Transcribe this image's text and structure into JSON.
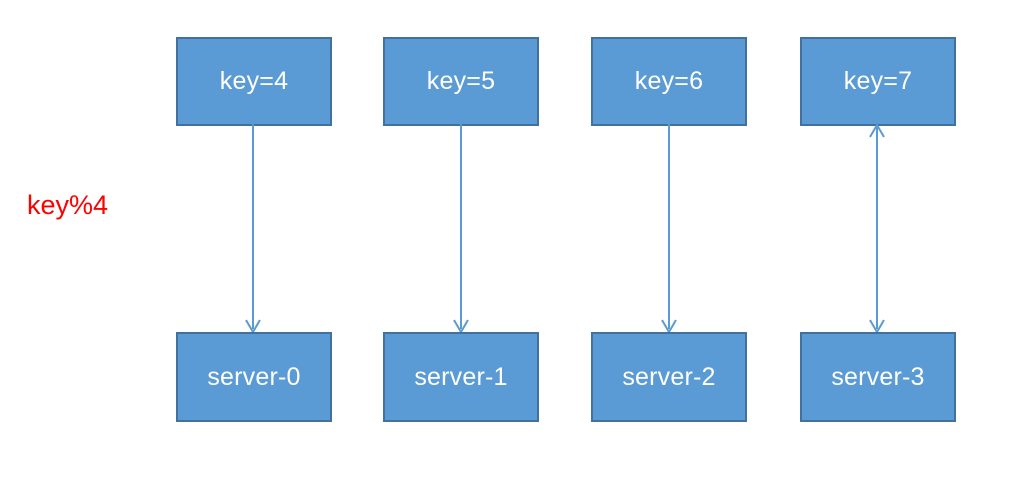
{
  "diagram": {
    "title_label": "key%4",
    "accent_fill": "#5B9BD5",
    "accent_border": "#41719C",
    "label_color": "#FF0000",
    "text_color": "#FFFFFF",
    "background": "#FFFFFF",
    "columns": [
      {
        "key_label": "key=4",
        "server_label": "server-0",
        "arrow": "down",
        "arrow_icon": "arrow-down-icon"
      },
      {
        "key_label": "key=5",
        "server_label": "server-1",
        "arrow": "down",
        "arrow_icon": "arrow-down-icon"
      },
      {
        "key_label": "key=6",
        "server_label": "server-2",
        "arrow": "down",
        "arrow_icon": "arrow-down-icon"
      },
      {
        "key_label": "key=7",
        "server_label": "server-3",
        "arrow": "both",
        "arrow_icon": "arrow-up-down-icon"
      }
    ]
  }
}
